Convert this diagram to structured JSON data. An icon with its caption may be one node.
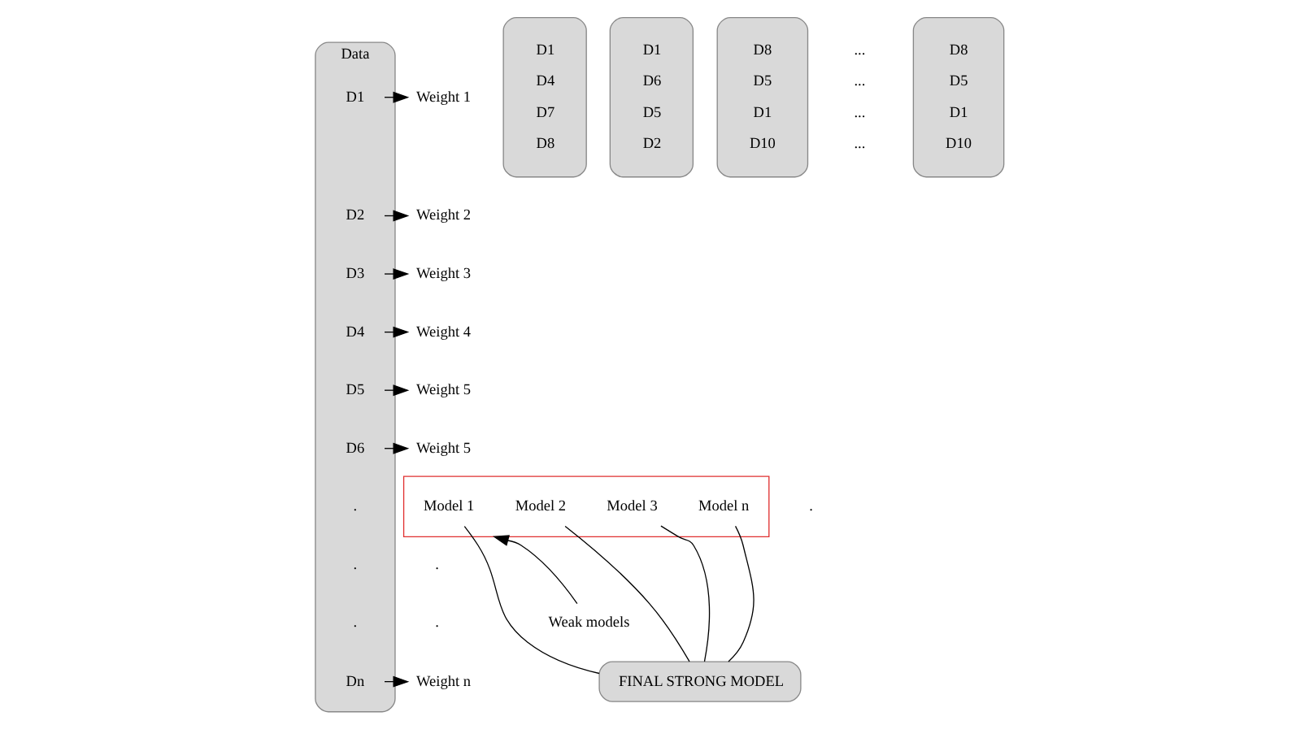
{
  "diagram": {
    "nodes": [
      {
        "text": [
          "Data"
        ]
      },
      {
        "text": [
          "D1"
        ],
        "in": 0
      },
      {
        "text": [
          "D2"
        ],
        "in": 0
      },
      {
        "text": [
          "D3"
        ],
        "in": 0
      },
      {
        "text": [
          "D4"
        ],
        "in": 0
      },
      {
        "text": [
          "D5"
        ],
        "in": 0
      },
      {
        "text": [
          "D6"
        ],
        "in": 0
      },
      {
        "text": [
          "Dn"
        ],
        "in": 0
      },
      {
        "text": [
          "Weight 1"
        ]
      },
      {
        "text": [
          "Weight 2"
        ]
      },
      {
        "text": [
          "Weight 3"
        ]
      },
      {
        "text": [
          "Weight 4"
        ]
      },
      {
        "text": [
          "Weight 5"
        ]
      },
      {
        "text": [
          "Weight 5"
        ]
      },
      {
        "text": [
          "Weight n"
        ]
      },
      {
        "text": [
          "D1",
          "D4",
          "D7",
          "D8"
        ]
      },
      {
        "text": [
          "D1",
          "D6",
          "D5",
          "D2"
        ]
      },
      {
        "text": [
          "D8",
          "D5",
          "D1",
          "D10"
        ]
      },
      {
        "text": [
          "D8",
          "D5",
          "D1",
          "D10"
        ]
      },
      {
        "text": [],
        "shape": "box"
      },
      {
        "text": [
          "Model 1"
        ],
        "in": 19
      },
      {
        "text": [
          "Model 2"
        ],
        "in": 19
      },
      {
        "text": [
          "Model 3"
        ],
        "in": 19
      },
      {
        "text": [
          "Model n"
        ],
        "in": 19
      },
      {
        "text": [
          "Weak models"
        ]
      },
      {
        "text": [
          "FINAL STRONG MODEL"
        ]
      }
    ],
    "edges": [
      {
        "from": 1,
        "to": 8,
        "arrow": "to"
      },
      {
        "from": 2,
        "to": 9,
        "arrow": "to"
      },
      {
        "from": 3,
        "to": 10,
        "arrow": "to"
      },
      {
        "from": 4,
        "to": 11,
        "arrow": "to"
      },
      {
        "from": 5,
        "to": 12,
        "arrow": "to"
      },
      {
        "from": 6,
        "to": 13,
        "arrow": "to"
      },
      {
        "from": 7,
        "to": 14,
        "arrow": "to"
      },
      {
        "from": 20,
        "to": 25,
        "arrow": "none"
      },
      {
        "from": 21,
        "to": 25,
        "arrow": "none"
      },
      {
        "from": 22,
        "to": 25,
        "arrow": "none"
      },
      {
        "from": 23,
        "to": 25,
        "arrow": "none"
      },
      {
        "from": 24,
        "to": 19,
        "arrow": "to"
      }
    ],
    "labels": [
      ".",
      ".",
      ".",
      ".",
      ".",
      ".",
      "...",
      "...",
      "...",
      "..."
    ]
  }
}
